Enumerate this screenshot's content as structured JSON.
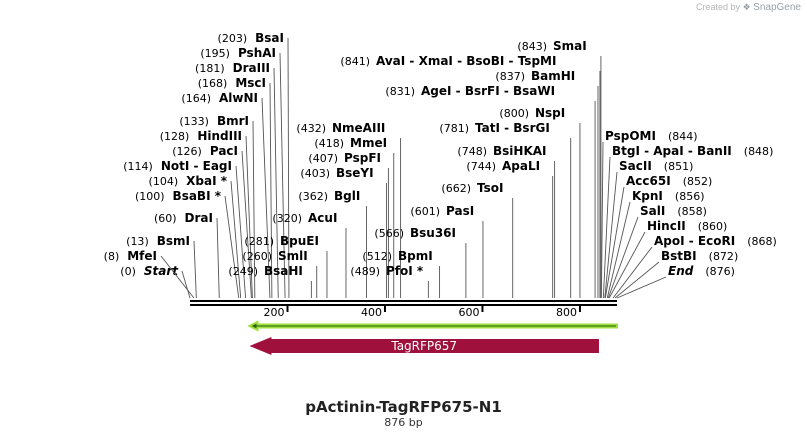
{
  "credit": {
    "prefix": "Created by",
    "brand": "SnapGene"
  },
  "plasmid": {
    "name": "pActinin-TagRFP675-N1",
    "length_label": "876 bp",
    "length": 876
  },
  "features": [
    {
      "type": "primer_arrow",
      "start": 122,
      "end": 876,
      "direction": "left",
      "color": "#9be03c"
    },
    {
      "type": "cds",
      "name": "TagRFP657",
      "start": 122,
      "end": 839,
      "direction": "left",
      "color": "#a0103c"
    }
  ],
  "ticks": [
    200,
    400,
    600,
    800
  ],
  "sites": [
    {
      "pos": "0",
      "bp": 0,
      "name": "Start",
      "style": "italic",
      "side": "left"
    },
    {
      "pos": "8",
      "bp": 8,
      "name": "MfeI",
      "side": "left"
    },
    {
      "pos": "13",
      "bp": 13,
      "name": "BsmI",
      "side": "left"
    },
    {
      "pos": "60",
      "bp": 60,
      "name": "DraI",
      "side": "left"
    },
    {
      "pos": "100",
      "bp": 100,
      "name": "BsaBI *",
      "side": "left"
    },
    {
      "pos": "104",
      "bp": 104,
      "name": "XbaI *",
      "side": "left"
    },
    {
      "pos": "114",
      "bp": 114,
      "name": "NotI  -  EagI",
      "side": "left"
    },
    {
      "pos": "126",
      "bp": 126,
      "name": "PacI",
      "side": "left"
    },
    {
      "pos": "128",
      "bp": 128,
      "name": "HindIII",
      "side": "left"
    },
    {
      "pos": "133",
      "bp": 133,
      "name": "BmrI",
      "side": "left"
    },
    {
      "pos": "164",
      "bp": 164,
      "name": "AlwNI",
      "side": "left"
    },
    {
      "pos": "168",
      "bp": 168,
      "name": "MscI",
      "side": "left"
    },
    {
      "pos": "181",
      "bp": 181,
      "name": "DraIII",
      "side": "left"
    },
    {
      "pos": "195",
      "bp": 195,
      "name": "PshAI",
      "side": "left"
    },
    {
      "pos": "203",
      "bp": 203,
      "name": "BsaI",
      "side": "left"
    },
    {
      "pos": "249",
      "bp": 249,
      "name": "BsaHI",
      "side": "mid"
    },
    {
      "pos": "260",
      "bp": 260,
      "name": "SmlI",
      "side": "mid"
    },
    {
      "pos": "281",
      "bp": 281,
      "name": "BpuEI",
      "side": "mid"
    },
    {
      "pos": "320",
      "bp": 320,
      "name": "AcuI",
      "side": "mid"
    },
    {
      "pos": "362",
      "bp": 362,
      "name": "BglI",
      "side": "mid"
    },
    {
      "pos": "403",
      "bp": 403,
      "name": "BseYI",
      "side": "mid"
    },
    {
      "pos": "407",
      "bp": 407,
      "name": "PspFI",
      "side": "mid"
    },
    {
      "pos": "418",
      "bp": 418,
      "name": "MmeI",
      "side": "mid"
    },
    {
      "pos": "432",
      "bp": 432,
      "name": "NmeAIII",
      "side": "mid"
    },
    {
      "pos": "489",
      "bp": 489,
      "name": "PfoI *",
      "side": "mid"
    },
    {
      "pos": "512",
      "bp": 512,
      "name": "BpmI",
      "side": "mid"
    },
    {
      "pos": "566",
      "bp": 566,
      "name": "Bsu36I",
      "side": "mid"
    },
    {
      "pos": "601",
      "bp": 601,
      "name": "PasI",
      "side": "mid"
    },
    {
      "pos": "662",
      "bp": 662,
      "name": "TsoI",
      "side": "mid"
    },
    {
      "pos": "744",
      "bp": 744,
      "name": "ApaLI",
      "side": "mid"
    },
    {
      "pos": "748",
      "bp": 748,
      "name": "BsiHKAI",
      "side": "mid"
    },
    {
      "pos": "781",
      "bp": 781,
      "name": "TatI  -  BsrGI",
      "side": "mid"
    },
    {
      "pos": "800",
      "bp": 800,
      "name": "NspI",
      "side": "mid"
    },
    {
      "pos": "831",
      "bp": 831,
      "name": "AgeI  -  BsrFI  -  BsaWI",
      "side": "mid"
    },
    {
      "pos": "837",
      "bp": 837,
      "name": "BamHI",
      "side": "mid"
    },
    {
      "pos": "841",
      "bp": 841,
      "name": "AvaI  -  XmaI  -  BsoBI  -  TspMI",
      "side": "mid"
    },
    {
      "pos": "843",
      "bp": 843,
      "name": "SmaI",
      "side": "mid"
    },
    {
      "pos": "844",
      "bp": 844,
      "name": "PspOMI",
      "side": "right"
    },
    {
      "pos": "848",
      "bp": 848,
      "name": "BtgI  -  ApaI  -  BanII",
      "side": "right"
    },
    {
      "pos": "851",
      "bp": 851,
      "name": "SacII",
      "side": "right"
    },
    {
      "pos": "852",
      "bp": 852,
      "name": "Acc65I",
      "side": "right"
    },
    {
      "pos": "856",
      "bp": 856,
      "name": "KpnI",
      "side": "right"
    },
    {
      "pos": "858",
      "bp": 858,
      "name": "SalI",
      "side": "right"
    },
    {
      "pos": "860",
      "bp": 860,
      "name": "HincII",
      "side": "right"
    },
    {
      "pos": "868",
      "bp": 868,
      "name": "ApoI  -  EcoRI",
      "side": "right"
    },
    {
      "pos": "872",
      "bp": 872,
      "name": "BstBI",
      "side": "right"
    },
    {
      "pos": "876",
      "bp": 876,
      "name": "End",
      "style": "italic",
      "side": "right"
    }
  ]
}
